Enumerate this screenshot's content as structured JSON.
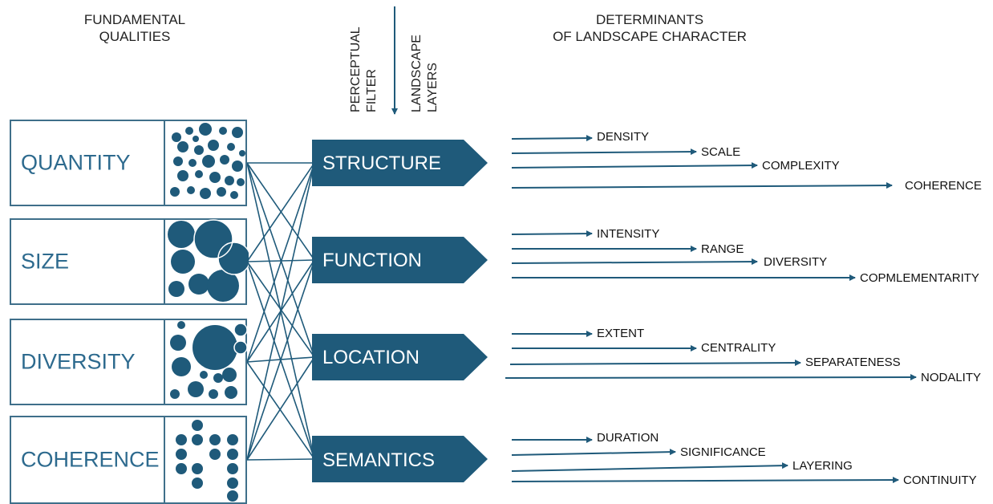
{
  "headers": {
    "fundamental": [
      "FUNDAMENTAL",
      "QUALITIES"
    ],
    "perceptual": [
      "PERCEPTUAL",
      "FILTER"
    ],
    "layers": [
      "LANDSCAPE",
      "LAYERS"
    ],
    "determinants": [
      "DETERMINANTS",
      "OF LANDSCAPE CHARACTER"
    ]
  },
  "qualities": [
    {
      "label": "QUANTITY",
      "icon": "many-small-circles-icon"
    },
    {
      "label": "SIZE",
      "icon": "large-circles-icon"
    },
    {
      "label": "DIVERSITY",
      "icon": "varied-circles-icon"
    },
    {
      "label": "COHERENCE",
      "icon": "aligned-circles-icon"
    }
  ],
  "layers": [
    {
      "label": "STRUCTURE"
    },
    {
      "label": "FUNCTION"
    },
    {
      "label": "LOCATION"
    },
    {
      "label": "SEMANTICS"
    }
  ],
  "determinants": [
    [
      "DENSITY",
      "SCALE",
      "COMPLEXITY",
      "COHERENCE"
    ],
    [
      "INTENSITY",
      "RANGE",
      "DIVERSITY",
      "COPMLEMENTARITY"
    ],
    [
      "EXTENT",
      "CENTRALITY",
      "SEPARATENESS",
      "NODALITY"
    ],
    [
      "DURATION",
      "SIGNIFICANCE",
      "LAYERING",
      "CONTINUITY"
    ]
  ],
  "colors": {
    "primary": "#1f5a7a",
    "label": "#2d6a8e",
    "border": "#3f6f8a"
  }
}
